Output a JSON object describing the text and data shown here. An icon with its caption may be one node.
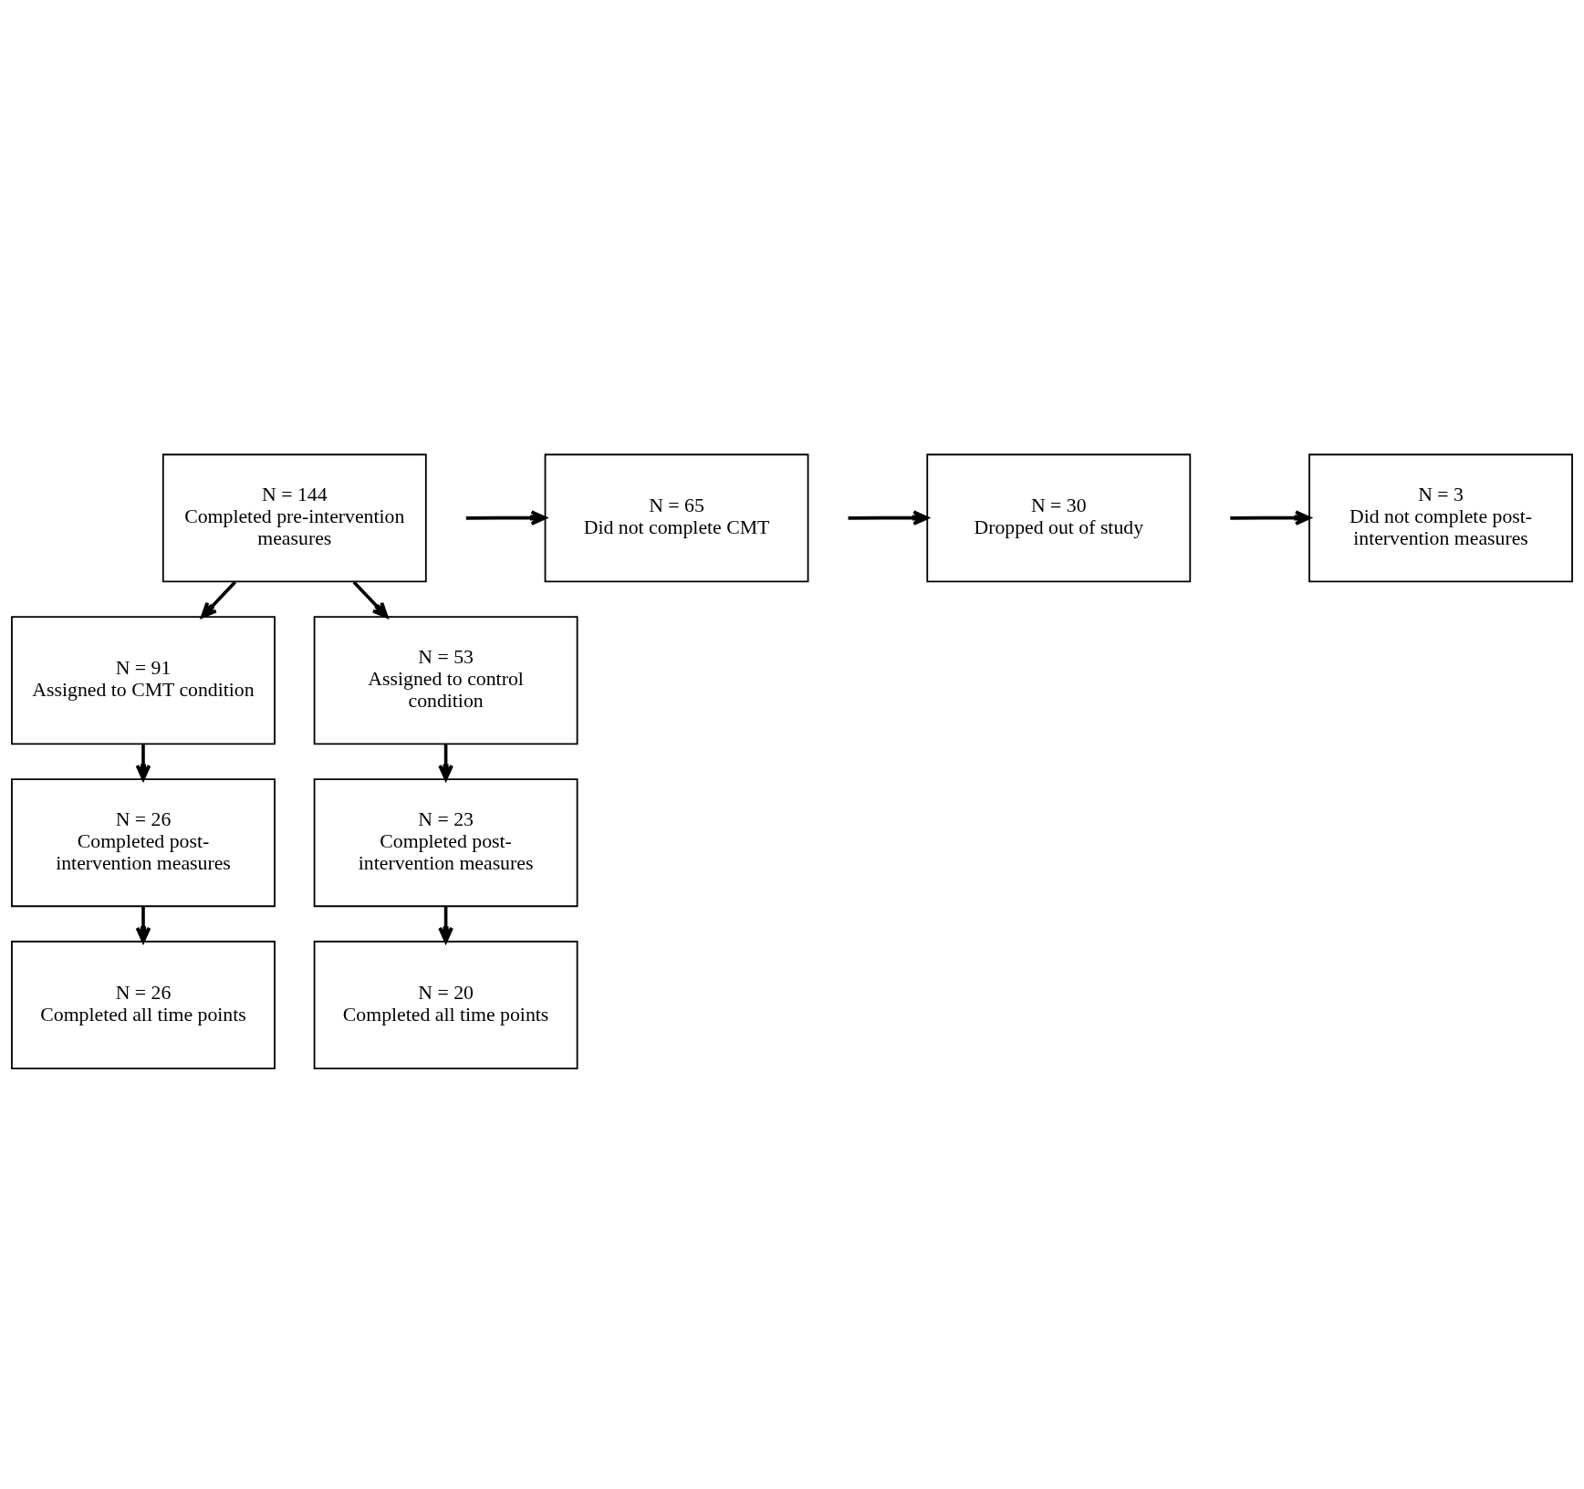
{
  "diagram": {
    "nodes": [
      {
        "text": [
          "N = 144",
          "Completed pre-intervention measures"
        ]
      },
      {
        "text": [
          "N = 91",
          "Assigned to CMT condition"
        ]
      },
      {
        "text": [
          "N = 53",
          "Assigned to control condition"
        ]
      },
      {
        "text": [
          "N = 65",
          "Did not complete CMT"
        ]
      },
      {
        "text": [
          "N = 30",
          "Dropped out of study"
        ]
      },
      {
        "text": [
          "N = 26",
          "Completed post-intervention measures"
        ]
      },
      {
        "text": [
          "N = 23",
          "Completed post-intervention measures"
        ]
      },
      {
        "text": [
          "N = 3",
          "Did not complete post-intervention measures"
        ]
      },
      {
        "text": [
          "N = 26",
          "Completed all time points"
        ]
      },
      {
        "text": [
          "N = 20",
          "Completed all time points"
        ]
      }
    ],
    "edges": [
      {
        "from": 0,
        "to": 1,
        "arrow": "to"
      },
      {
        "from": 0,
        "to": 2,
        "arrow": "to"
      },
      {
        "from": null,
        "to": 3,
        "arrow": "to"
      },
      {
        "from": 1,
        "to": 5,
        "arrow": "to"
      },
      {
        "from": 2,
        "to": 6,
        "arrow": "to"
      },
      {
        "from": null,
        "to": 4,
        "arrow": "to"
      },
      {
        "from": 5,
        "to": 8,
        "arrow": "to"
      },
      {
        "from": 6,
        "to": 9,
        "arrow": "to"
      },
      {
        "from": null,
        "to": 7,
        "arrow": "to"
      }
    ]
  }
}
